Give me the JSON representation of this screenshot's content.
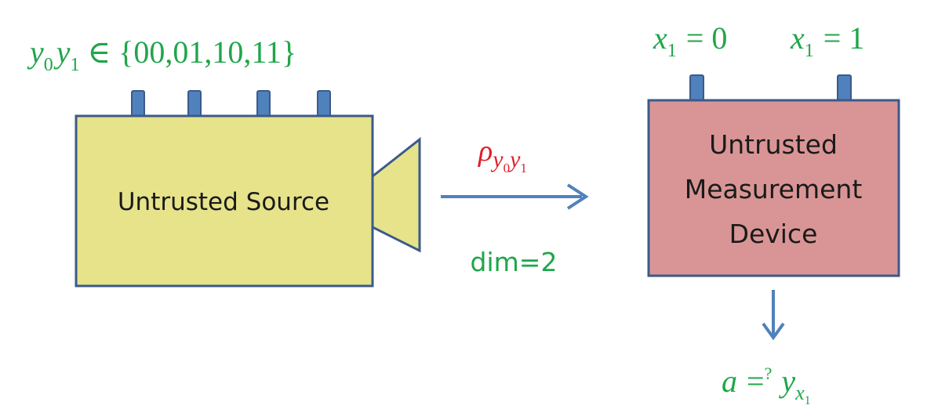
{
  "source": {
    "label": "Untrusted Source",
    "settings": {
      "lhs_var1": "y",
      "lhs_sub1": "0",
      "lhs_var2": "y",
      "lhs_sub2": "1",
      "relation": "∈",
      "set": "{00,01,10,11}"
    }
  },
  "channel": {
    "state_symbol": "ρ",
    "state_sub_var1": "y",
    "state_sub_sub1": "0",
    "state_sub_var2": "y",
    "state_sub_sub2": "1",
    "dimension": "dim=2"
  },
  "device": {
    "label_line1": "Untrusted",
    "label_line2": "Measurement",
    "label_line3": "Device",
    "setting0_var": "x",
    "setting0_sub": "1",
    "setting0_rhs": "= 0",
    "setting1_var": "x",
    "setting1_sub": "1",
    "setting1_rhs": "= 1"
  },
  "output": {
    "lhs": "a",
    "eq": "=",
    "sup": "?",
    "rhs_var": "y",
    "rhs_sub_var": "x",
    "rhs_sub_sub": "1"
  },
  "colors": {
    "source_fill": "#e6e38b",
    "device_fill": "#d99595",
    "outline": "#3b5a8a",
    "knob": "#4f81bd",
    "arrow": "#4f81bd",
    "green_text": "#1fa64a",
    "red_text": "#e0202a"
  }
}
